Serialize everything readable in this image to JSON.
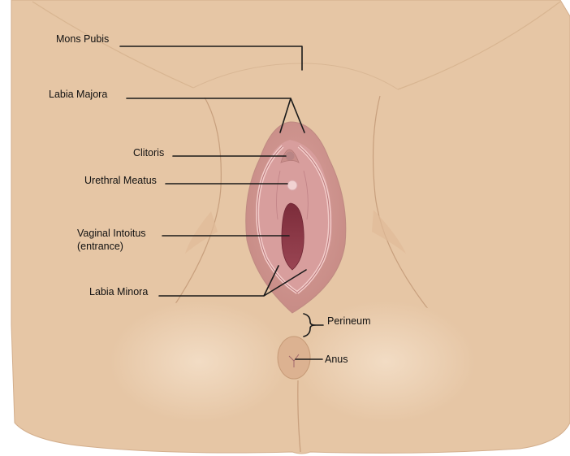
{
  "labels": {
    "mons_pubis": "Mons Pubis",
    "labia_majora": "Labia Majora",
    "clitoris": "Clitoris",
    "urethral_meatus": "Urethral Meatus",
    "vaginal_introitus_line1": "Vaginal Intoitus",
    "vaginal_introitus_line2": "(entrance)",
    "labia_minora": "Labia Minora",
    "perineum": "Perineum",
    "anus": "Anus"
  },
  "colors": {
    "skin": "#e6c6a5",
    "skin_light": "#f0d8bf",
    "skin_line": "#c79f7d",
    "vulva_outer": "#c98e87",
    "vulva_mid": "#d69c97",
    "labia_minora_edge": "#f1c5c2",
    "labia_minora_fill": "#d9a2a3",
    "introitus": "#8c3a47",
    "leader_line": "#1a1a1a"
  }
}
